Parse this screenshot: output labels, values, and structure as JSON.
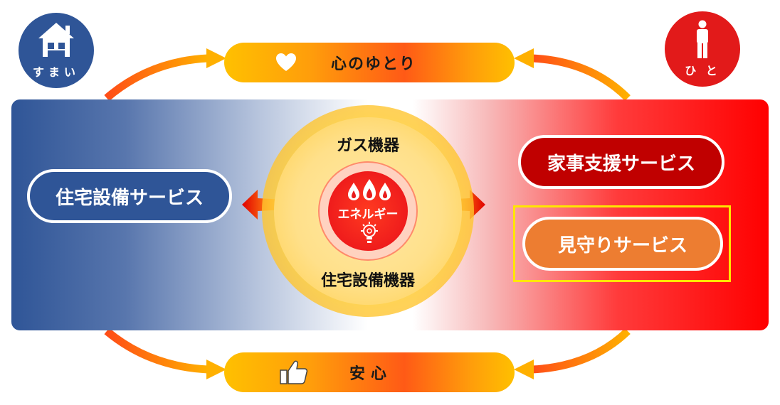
{
  "top_pill": {
    "label": "心のゆとり",
    "icon": "heart-icon"
  },
  "bottom_pill": {
    "label": "安心",
    "icon": "thumbs-up-icon"
  },
  "corners": {
    "house": {
      "label": "すまい",
      "icon": "house-icon",
      "color": "#2f5597"
    },
    "person": {
      "label": "ひと",
      "icon": "person-icon",
      "color": "#e21a1a"
    }
  },
  "services": {
    "house": "住宅設備サービス",
    "kaji": "家事支援サービス",
    "mimamori": "見守りサービス"
  },
  "center": {
    "top_label": "ガス機器",
    "bottom_label": "住宅設備機器",
    "core_label": "エネルギー",
    "icons": [
      "flame-icon",
      "lightbulb-icon"
    ]
  },
  "colors": {
    "blue": "#2f5597",
    "red": "#ff0000",
    "orange": "#ed7d31",
    "yellow_highlight": "#ffe600"
  }
}
